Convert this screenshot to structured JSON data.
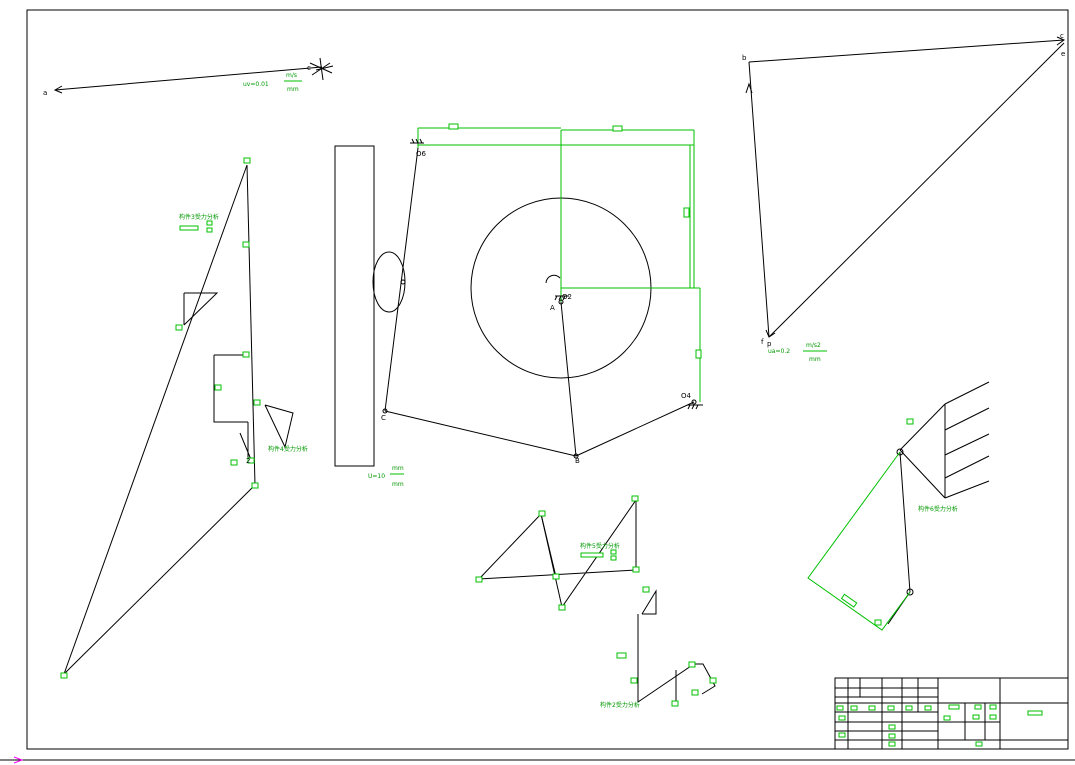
{
  "labels": {
    "pt_a": "a",
    "pt_b": "b",
    "pt_c_top": "c",
    "pt_c_right": "c",
    "pt_e": "e",
    "pt_f": "f",
    "pt_p": "p",
    "pt_A": "A",
    "pt_B": "B",
    "pt_C": "C",
    "pt_O4": "O4",
    "pt_O6": "O6",
    "pt_O2": "O2",
    "pt_F": "F",
    "pt_2": "2"
  },
  "scales": {
    "velocity": {
      "prefix": "uv=0.01",
      "num": "m/s",
      "den": "mm"
    },
    "acceleration": {
      "prefix": "ua=0.2",
      "num": "m/s2",
      "den": "mm"
    },
    "length": {
      "prefix": "U=10",
      "num": "mm",
      "den": "mm"
    }
  },
  "force_labels": {
    "left_upper": "构件3受力分析",
    "left_lower": "构件4受力分析",
    "center_upper": "构件5受力分析",
    "center_lower": "构件2受力分析",
    "right": "构件6受力分析"
  },
  "colors": {
    "line": "#000000",
    "construction": "#00c000",
    "border": "#000000"
  }
}
